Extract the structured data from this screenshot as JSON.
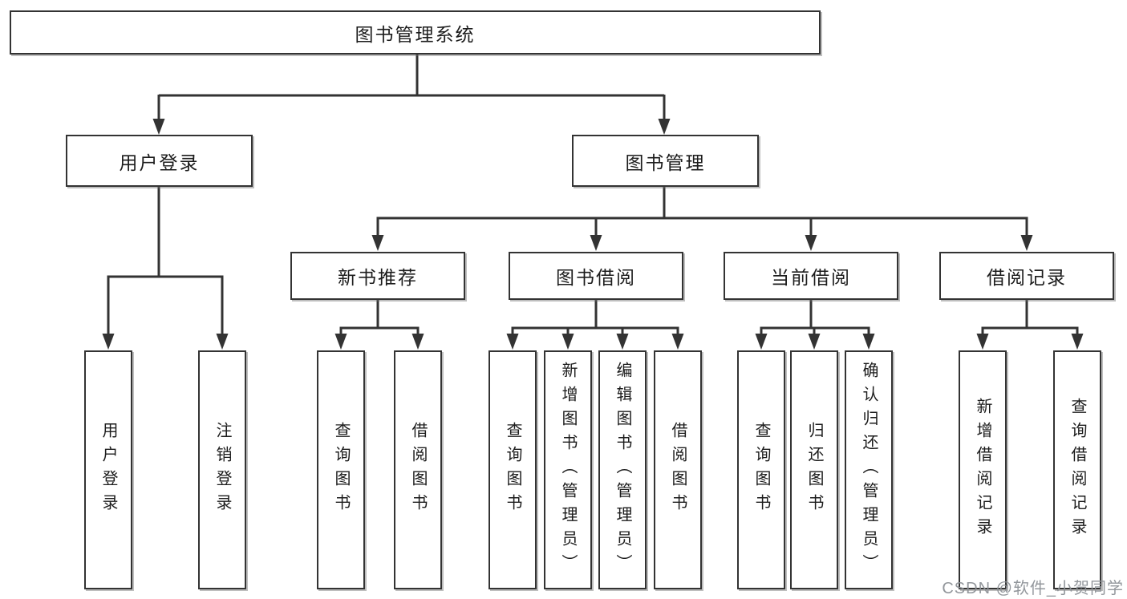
{
  "tree": {
    "root": "图书管理系统",
    "branches": [
      {
        "label": "用户登录",
        "children": [
          "用户登录",
          "注销登录"
        ]
      },
      {
        "label": "图书管理",
        "children": [
          {
            "label": "新书推荐",
            "children": [
              "查询图书",
              "借阅图书"
            ]
          },
          {
            "label": "图书借阅",
            "children": [
              "查询图书",
              "新增图书（管理员）",
              "编辑图书（管理员）",
              "借阅图书"
            ]
          },
          {
            "label": "当前借阅",
            "children": [
              "查询图书",
              "归还图书",
              "确认归还（管理员）"
            ]
          },
          {
            "label": "借阅记录",
            "children": [
              "新增借阅记录",
              "查询借阅记录"
            ]
          }
        ]
      }
    ]
  },
  "watermark": "CSDN @软件_小贺同学",
  "colors": {
    "line": "#333333",
    "text": "#1c1c1c",
    "box_background": "#ffffff",
    "watermark": "#8d9197",
    "page_background": "#ffffff"
  }
}
